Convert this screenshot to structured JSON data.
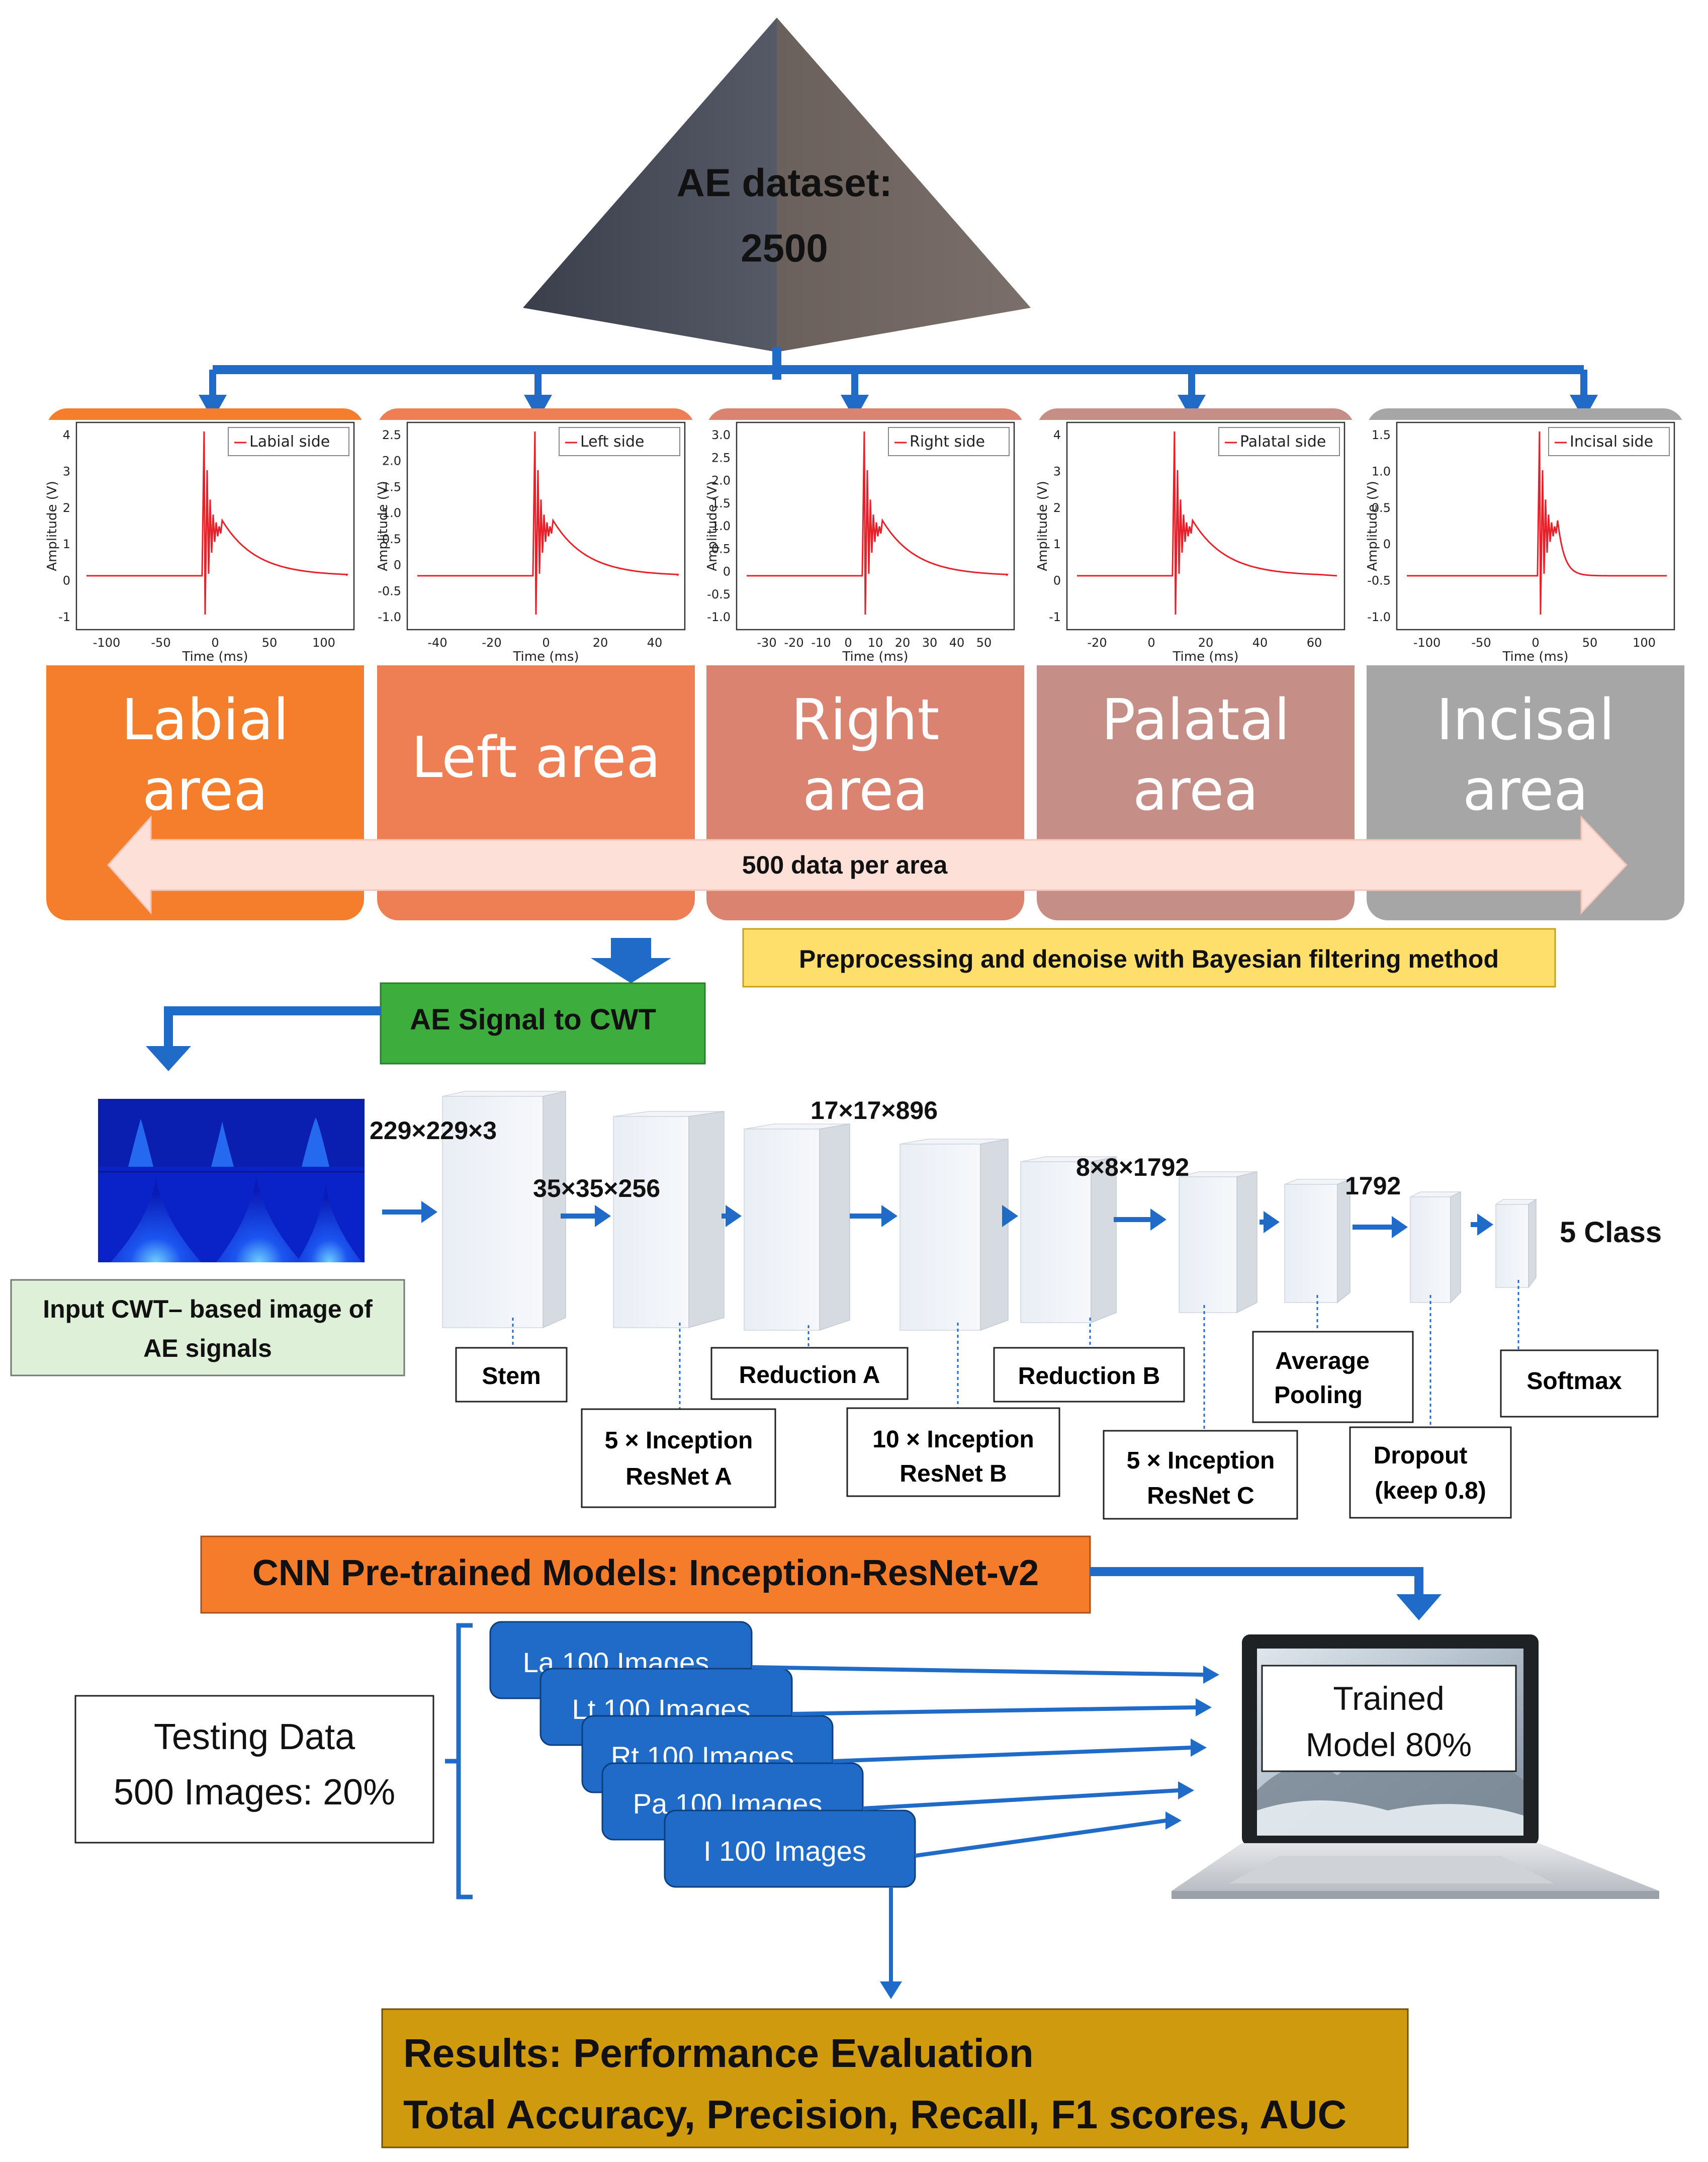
{
  "pyramid": {
    "line1": "AE dataset:",
    "line2": "2500"
  },
  "areas": [
    {
      "id": "labial",
      "line1": "Labial",
      "line2": "area",
      "legend": "Labial side",
      "color": "#f47e2b",
      "y_ticks": [
        "4",
        "3",
        "2",
        "1",
        "0",
        "-1"
      ],
      "x_ticks": [
        "-100",
        "-50",
        "0",
        "50",
        "100"
      ],
      "x_label": "Time (ms)",
      "y_label": "Amplitude (V)"
    },
    {
      "id": "left",
      "line1": "Left area",
      "line2": "",
      "legend": "Left side",
      "color": "#ee7f55",
      "y_ticks": [
        "2.5",
        "2.0",
        "1.5",
        "1.0",
        "0.5",
        "0",
        "-0.5",
        "-1.0"
      ],
      "x_ticks": [
        "-40",
        "-20",
        "0",
        "20",
        "40"
      ],
      "x_label": "Time (ms)",
      "y_label": "Amplitude (V)"
    },
    {
      "id": "right",
      "line1": "Right",
      "line2": "area",
      "legend": "Right side",
      "color": "#d98370",
      "y_ticks": [
        "3.0",
        "2.5",
        "2.0",
        "1.5",
        "1.0",
        "0.5",
        "0",
        "-0.5",
        "-1.0"
      ],
      "x_ticks": [
        "-30",
        "-20",
        "-10",
        "0",
        "10",
        "20",
        "30",
        "40",
        "50"
      ],
      "x_label": "Time (ms)",
      "y_label": "Amplitude (V)"
    },
    {
      "id": "palatal",
      "line1": "Palatal",
      "line2": "area",
      "legend": "Palatal side",
      "color": "#c58f88",
      "y_ticks": [
        "4",
        "3",
        "2",
        "1",
        "0",
        "-1"
      ],
      "x_ticks": [
        "-20",
        "0",
        "20",
        "40",
        "60"
      ],
      "x_label": "Time (ms)",
      "y_label": "Amplitude (V)"
    },
    {
      "id": "incisal",
      "line1": "Incisal",
      "line2": "area",
      "legend": "Incisal side",
      "color": "#a6a6a6",
      "y_ticks": [
        "1.5",
        "1.0",
        "0.5",
        "0",
        "-0.5",
        "-1.0"
      ],
      "x_ticks": [
        "-100",
        "-50",
        "0",
        "50",
        "100"
      ],
      "x_label": "Time (ms)",
      "y_label": "Amplitude (V)"
    }
  ],
  "span_label": "500 data per area",
  "preprocess_label": "Preprocessing and denoise with Bayesian filtering method",
  "cwt_label": "AE Signal to CWT",
  "input_label": {
    "line1": "Input CWT– based image of",
    "line2": "AE signals"
  },
  "dims": {
    "d1": "229×229×3",
    "d2": "35×35×256",
    "d3": "17×17×896",
    "d4": "8×8×1792",
    "d5": "1792",
    "d6": "5 Class"
  },
  "layers": {
    "stem": "Stem",
    "inc_a": {
      "line1": "5 × Inception",
      "line2": "ResNet A"
    },
    "red_a": "Reduction A",
    "inc_b": {
      "line1": "10 × Inception",
      "line2": "ResNet B"
    },
    "red_b": "Reduction B",
    "inc_c": {
      "line1": "5 × Inception",
      "line2": "ResNet C"
    },
    "avg_pool": {
      "line1": "Average",
      "line2": "Pooling"
    },
    "dropout": {
      "line1": "Dropout",
      "line2": "(keep 0.8)"
    },
    "softmax": "Softmax"
  },
  "cnn_label": "CNN Pre-trained Models: Inception-ResNet-v2",
  "testing": {
    "line1": "Testing Data",
    "line2": "500 Images: 20%"
  },
  "image_sets": [
    "La 100 Images",
    "Lt 100 Images",
    "Rt 100 Images",
    "Pa 100 Images",
    "I 100 Images"
  ],
  "trained": {
    "line1": "Trained",
    "line2": "Model 80%"
  },
  "results": {
    "line1": "Results: Performance Evaluation",
    "line2": "Total Accuracy, Precision, Recall, F1 scores, AUC"
  },
  "colors": {
    "flow_blue": "#1f6bc7",
    "green": "#3dae3d",
    "light_green": "#dff0d8",
    "yellow": "#ffdf6b",
    "orange_header": "#f47c2a",
    "gold": "#d09a0e",
    "signal_red": "#e8202a",
    "cwt_blue": "#0a23c8"
  }
}
